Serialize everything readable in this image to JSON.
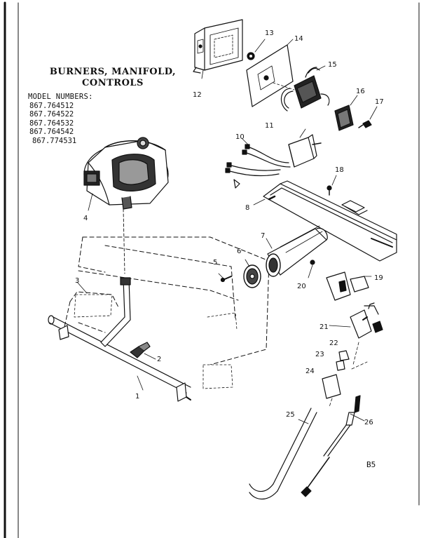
{
  "title": "BURNERS, MANIFOLD,\nCONTROLS",
  "model_numbers": {
    "heading": "MODEL NUMBERS:",
    "items": [
      "867.764512",
      "867.764522",
      "867.764532",
      "867.764542",
      "867.774531"
    ]
  },
  "callouts": [
    "1",
    "2",
    "3",
    "4",
    "5",
    "6",
    "7",
    "8",
    "10",
    "11",
    "12",
    "13",
    "14",
    "15",
    "16",
    "17",
    "18",
    "19",
    "20",
    "21",
    "22",
    "23",
    "24",
    "25",
    "26"
  ],
  "page_ref": "B5"
}
